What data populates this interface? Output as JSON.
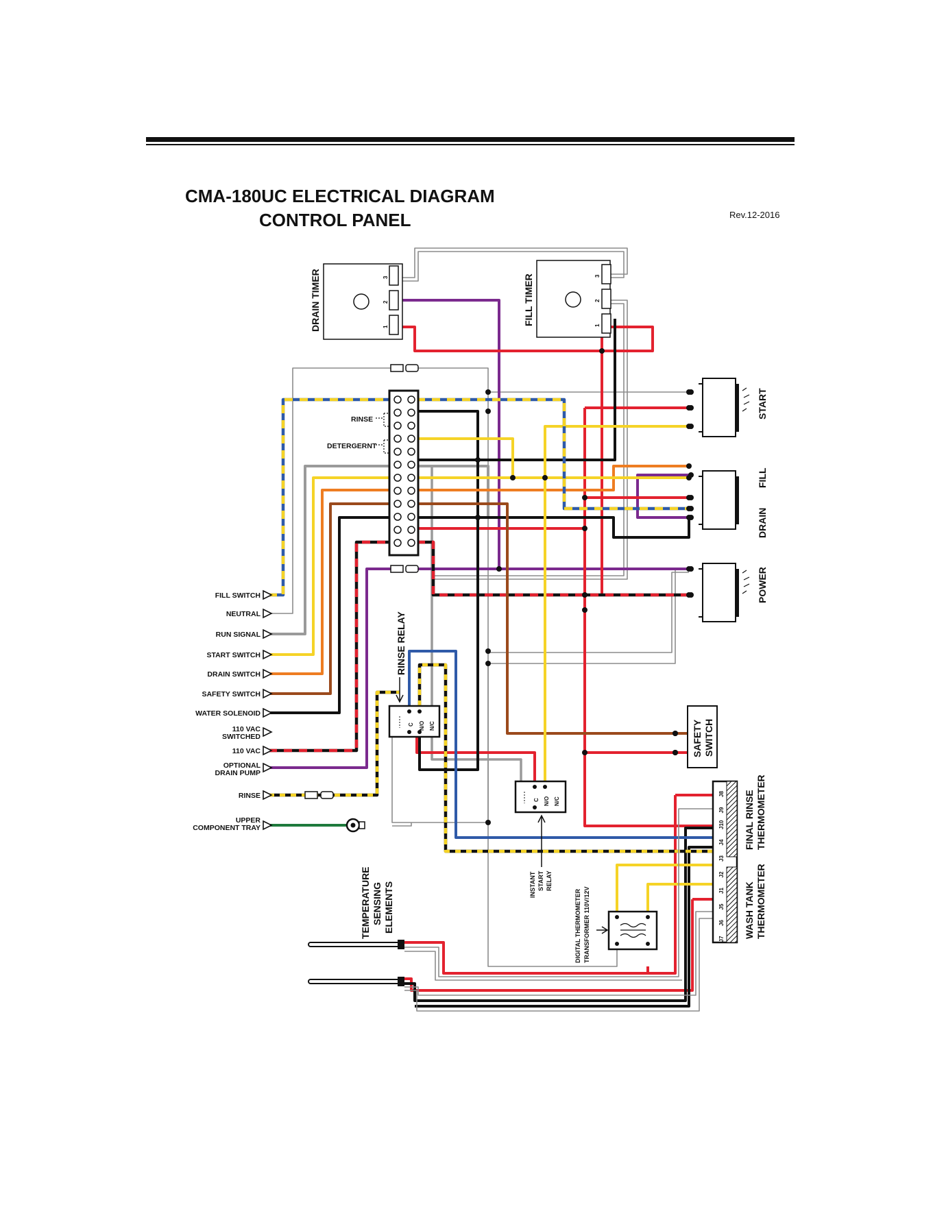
{
  "document": {
    "title_line1": "CMA-180UC ELECTRICAL DIAGRAM",
    "title_line2": "CONTROL PANEL",
    "revision": "Rev.12-2016"
  },
  "components": {
    "drain_timer": "DRAIN TIMER",
    "fill_timer": "FILL TIMER",
    "timer_terminals": [
      "3",
      "2",
      "1"
    ],
    "start_switch": "START",
    "fill_switch": "FILL",
    "drain_switch": "DRAIN",
    "power_switch": "POWER",
    "safety_switch_line1": "SAFETY",
    "safety_switch_line2": "SWITCH",
    "rinse_relay": "RINSE RELAY",
    "relay_terminals": [
      "C",
      "N/O",
      "N/C"
    ],
    "instant_start_relay": [
      "INSTANT",
      "START",
      "RELAY"
    ],
    "digital_thermometer": [
      "DIGITAL THERMOMETER",
      "TRANSFORMER 110V/12V"
    ],
    "final_rinse_thermometer": [
      "FINAL RINSE",
      "THERMOMETER"
    ],
    "wash_tank_thermometer": [
      "WASH TANK",
      "THERMOMETER"
    ],
    "thermometer_terminals": [
      "J8",
      "J9",
      "J10",
      "J4",
      "J3",
      "J2",
      "J1",
      "J5",
      "J6",
      "J7"
    ],
    "temperature_sensing": [
      "TEMPERATURE",
      "SENSING",
      "ELEMENTS"
    ]
  },
  "terminal_block": {
    "rinse_label": "RINSE",
    "detergent_label": "DETERGERNT"
  },
  "connector_labels": [
    "FILL SWITCH",
    "NEUTRAL",
    "RUN SIGNAL",
    "START SWITCH",
    "DRAIN SWITCH",
    "SAFETY SWITCH",
    "WATER SOLENOID",
    "110 VAC SWITCHED",
    "110 VAC",
    "OPTIONAL DRAIN PUMP",
    "RINSE",
    "UPPER COMPONENT TRAY"
  ],
  "connector_label_lines": {
    "switched": [
      "110 VAC",
      "SWITCHED"
    ],
    "pump": [
      "OPTIONAL",
      "DRAIN PUMP"
    ],
    "tray": [
      "UPPER",
      "COMPONENT TRAY"
    ]
  },
  "wire_colors": {
    "red": "#e3222f",
    "purple": "#7b2a8e",
    "black": "#111111",
    "gray": "#9a9a9a",
    "yellow": "#f5d327",
    "blue": "#2f5aa8",
    "orange": "#ee7d22",
    "brown": "#9b4a1c",
    "green": "#1e7a3c"
  }
}
